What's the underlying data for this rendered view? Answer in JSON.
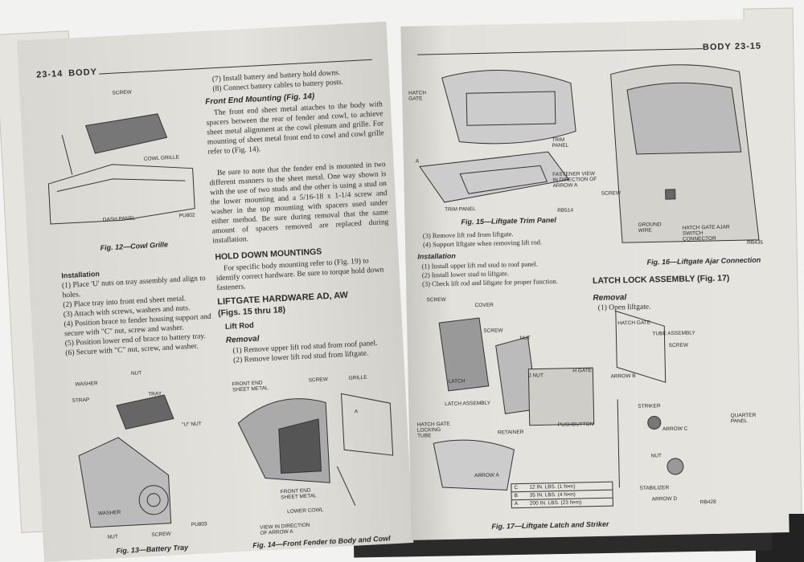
{
  "left_page": {
    "page_number": "23-14",
    "section": "BODY",
    "fig12": {
      "caption": "Fig. 12—Cowl Grille",
      "labels": [
        "SCREW",
        "COWL GRILLE",
        "DASH PANEL",
        "PU802"
      ]
    },
    "installation": {
      "heading": "Installation",
      "steps": [
        "(1) Place 'U' nuts on tray assembly and align to holes.",
        "(2) Place tray into front end sheet metal.",
        "(3) Attach with screws, washers and nuts.",
        "(4) Position brace to fender housing support and secure with \"C\" nut, screw and washer.",
        "(5) Position lower end of brace to battery tray.",
        "(6) Secure with \"C\" nut, screw, and washer."
      ]
    },
    "fig13": {
      "caption": "Fig. 13—Battery Tray",
      "labels": [
        "NUT",
        "WASHER",
        "STRAP",
        "TRAY",
        "\"U\" NUT",
        "WASHER",
        "NUT",
        "SCREW",
        "PU803"
      ]
    },
    "col2_steps": [
      "(7) Install battery and battery hold downs.",
      "(8) Connect battery cables to battery posts."
    ],
    "front_end": {
      "heading": "Front End Mounting (Fig. 14)",
      "p1": "The front end sheet metal attaches to the body with spacers between the rear of fender and cowl, to achieve sheet metal alignment at the cowl plenum and grille. For mounting of sheet metal front end to cowl and cowl grille refer to (Fig. 14).",
      "p2": "Be sure to note that the fender end is mounted in two different manners to the sheet metal. One way shown is with the use of two studs and the other is using a stud on the lower mounting and a 5/16-18 x 1-1/4 screw and washer in the top mounting with spacers used under either method. Be sure during removal that the same amount of spacers removed are replaced during installation."
    },
    "hold_down": {
      "heading": "HOLD DOWN MOUNTINGS",
      "text": "For specific body mounting refer to (Fig. 19) to identify correct hardware. Be sure to torque hold down fasteners."
    },
    "liftgate": {
      "heading": "LIFTGATE HARDWARE AD, AW",
      "subheading": "(Figs. 15 thru 18)",
      "lift_rod": "Lift Rod",
      "removal": "Removal",
      "steps": [
        "(1) Remove upper lift rod stud from roof panel.",
        "(2) Remove lower lift rod stud from liftgate."
      ]
    },
    "fig14": {
      "caption": "Fig. 14—Front Fender to Body and Cowl",
      "labels": [
        "FRONT END SHEET METAL",
        "SCREW",
        "GRILLE",
        "FRONT END SHEET METAL",
        "LOWER COWL",
        "VIEW IN DIRECTION OF ARROW A",
        "A"
      ]
    }
  },
  "right_page": {
    "page_number": "23-15",
    "section": "BODY",
    "fig15": {
      "caption": "Fig. 15—Liftgate Trim Panel",
      "labels": [
        "HATCH GATE",
        "A",
        "TRIM PANEL",
        "FASTENER VIEW IN DIRECTION OF ARROW A",
        "TRIM PANEL",
        "RB514"
      ]
    },
    "fig16": {
      "caption": "Fig. 16—Liftgate Ajar Connection",
      "labels": [
        "SCREW",
        "GROUND WIRE",
        "HATCH GATE AJAR SWITCH CONNECTOR",
        "RB435"
      ]
    },
    "removal_steps": [
      "(3) Remove lift rod from liftgate.",
      "(4) Support liftgate when removing lift rod."
    ],
    "installation": {
      "heading": "Installation",
      "steps": [
        "(1) Install upper lift rod stud to roof panel.",
        "(2) Install lower stud to liftgate.",
        "(3) Check lift rod and liftgate for proper function."
      ]
    },
    "latch": {
      "heading": "LATCH LOCK ASSEMBLY (Fig. 17)",
      "removal": "Removal",
      "step": "(1) Open liftgate."
    },
    "fig17": {
      "caption": "Fig. 17—Liftgate Latch and Striker",
      "labels": [
        "SCREW",
        "COVER",
        "SCREW",
        "NUT",
        "LATCH",
        "J NUT",
        "H GATE",
        "LATCH ASSEMBLY",
        "HATCH GATE LOCKING TUBE",
        "RETAINER",
        "PUSHBUTTON",
        "ARROW A",
        "HATCH GATE",
        "TUBE ASSEMBLY",
        "SCREW",
        "ARROW B",
        "STRIKER",
        "ARROW C",
        "QUARTER PANEL",
        "NUT",
        "STABILIZER",
        "ARROW D",
        "RB428"
      ],
      "torque": [
        {
          "symbol": "C",
          "value": "12 IN. LBS. (1 N•m)"
        },
        {
          "symbol": "B",
          "value": "35 IN. LBS. (4 N•m)"
        },
        {
          "symbol": "A",
          "value": "200 IN. LBS. (23 N•m)"
        }
      ]
    }
  }
}
